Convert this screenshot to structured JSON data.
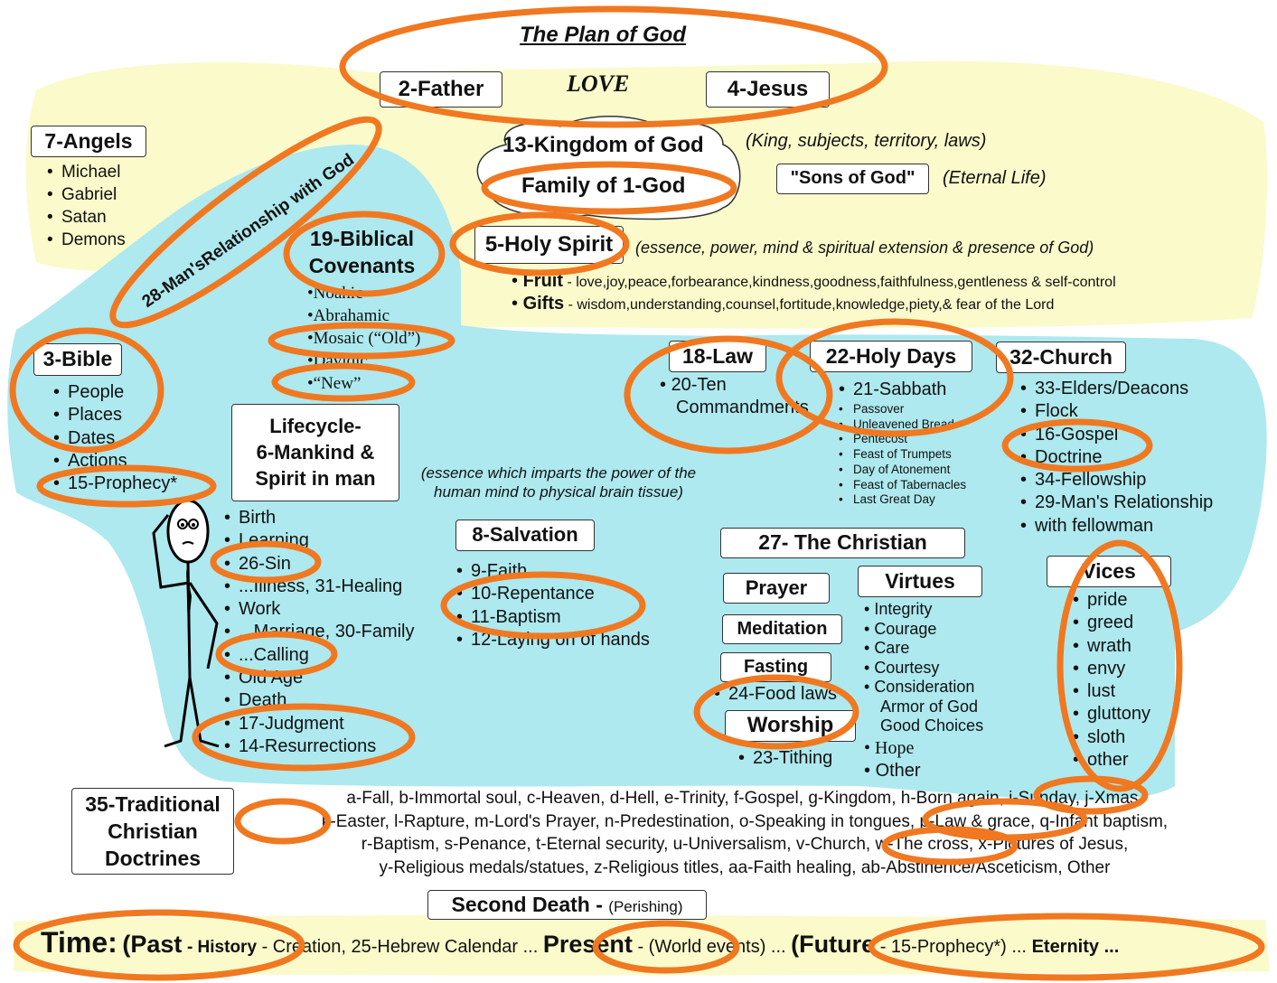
{
  "title": "The Plan of God",
  "love": "LOVE",
  "father": "2-Father",
  "jesus": "4-Jesus",
  "angels": {
    "title": "7-Angels",
    "items": [
      "Michael",
      "Gabriel",
      "Satan",
      "Demons"
    ]
  },
  "relationship_god": "28-Man'sRelationship with God",
  "kingdom": "13-Kingdom of God",
  "kingdom_note": "(King, subjects, territory, laws)",
  "family": "Family of 1-God",
  "sons": "\"Sons of God\"",
  "sons_note": "(Eternal Life)",
  "holy_spirit": "5-Holy Spirit",
  "holy_spirit_note": "(essence, power, mind & spiritual extension & presence of God)",
  "fruit": {
    "label": "Fruit",
    "text": "- love,joy,peace,forbearance,kindness,goodness,faithfulness,gentleness & self-control"
  },
  "gifts": {
    "label": "Gifts",
    "text": "- wisdom,understanding,counsel,fortitude,knowledge,piety,& fear of the Lord"
  },
  "covenants": {
    "title_1": "19-Biblical",
    "title_2": "Covenants",
    "items": [
      "Noahic",
      "Abrahamic",
      "Mosaic (“Old”)",
      "Davidic",
      "“New”"
    ]
  },
  "bible": {
    "title": "3-Bible",
    "items": [
      "People",
      "Places",
      "Dates",
      "Actions",
      "15-Prophecy*"
    ]
  },
  "lifecycle": {
    "line1": "Lifecycle-",
    "line2": "6-Mankind &",
    "line3": "Spirit in man"
  },
  "spirit_note_1": "(essence which imparts the power of the",
  "spirit_note_2": "human mind to physical brain tissue)",
  "life_items": [
    "Birth",
    "Learning",
    "26-Sin",
    "...Illness, 31-Healing",
    "Work",
    "...Marriage, 30-Family",
    "...Calling",
    "Old Age",
    "Death",
    "17-Judgment",
    "14-Resurrections"
  ],
  "salvation": {
    "title": "8-Salvation",
    "items": [
      "9-Faith",
      "10-Repentance",
      "11-Baptism",
      "12-Laying on of hands"
    ]
  },
  "law": {
    "title": "18-Law",
    "line1": "20-Ten",
    "line2": "Commandments"
  },
  "holy_days": {
    "title": "22-Holy Days",
    "main": "21-Sabbath",
    "items": [
      "Passover",
      "Unleavened Bread",
      "Pentecost",
      "Feast of Trumpets",
      "Day of Atonement",
      "Feast of Tabernacles",
      "Last Great Day"
    ]
  },
  "church": {
    "title": "32-Church",
    "items": [
      "33-Elders/Deacons",
      "Flock",
      "16-Gospel",
      "Doctrine",
      "34-Fellowship",
      "29-Man's Relationship"
    ],
    "last_line": "with fellowman"
  },
  "christian": {
    "title": "27- The Christian",
    "prayer": "Prayer",
    "meditation": "Meditation",
    "fasting": "Fasting",
    "food_laws": "24-Food laws",
    "worship": "Worship",
    "tithing": "23-Tithing"
  },
  "virtues": {
    "title": "Virtues",
    "items": [
      "Integrity",
      "Courage",
      "Care",
      "Courtesy",
      "Consideration",
      "Armor of God",
      "Good Choices",
      "Hope",
      "Other"
    ]
  },
  "vices": {
    "title": "Vices",
    "items": [
      "pride",
      "greed",
      "wrath",
      "envy",
      "lust",
      "gluttony",
      "sloth",
      "other"
    ]
  },
  "doctrines": {
    "line1": "35-Traditional",
    "line2": "Christian",
    "line3": "Doctrines",
    "text": [
      "a-Fall, b-Immortal soul, c-Heaven, d-Hell, e-Trinity, f-Gospel, g-Kingdom, h-Born again, i-Sunday, j-Xmas,",
      "k-Easter, l-Rapture, m-Lord's Prayer, n-Predestination, o-Speaking in tongues, p-Law & grace, q-Infant baptism,",
      "r-Baptism, s-Penance, t-Eternal security, u-Universalism, v-Church, w-The cross, x-Pictures of Jesus,",
      "y-Religious medals/statues, z-Religious titles, aa-Faith healing, ab-Abstinence/Asceticism, Other"
    ]
  },
  "second_death": {
    "label": "Second Death -",
    "note": "(Perishing)"
  },
  "timeline": {
    "time": "Time:",
    "open_paren": "(",
    "past": "Past",
    "history": "- History",
    "creation": "- Creation, 25-Hebrew Calendar ...",
    "present": "Present",
    "world": "- (World events) ...",
    "future": "(Future",
    "prophecy": "- 15-Prophecy*) ...",
    "eternity": "Eternity ..."
  },
  "colors": {
    "yellow": "#fafacb",
    "cyan": "#ade9ef",
    "orange": "#f07820"
  }
}
